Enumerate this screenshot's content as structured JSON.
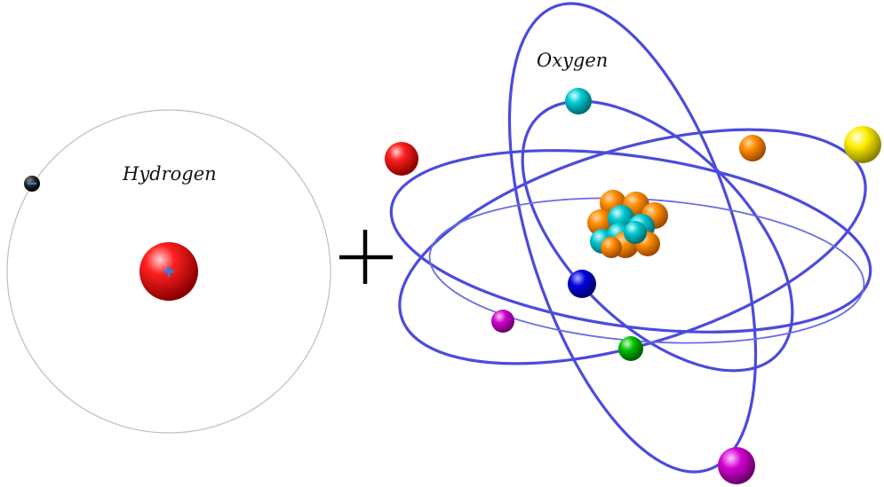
{
  "labels": {
    "hydrogen": "Hydrogen",
    "oxygen": "Oxygen"
  },
  "symbols": {
    "plus": "plus-sign",
    "proton_charge": "plus-charge",
    "electron_charge": "minus-charge"
  },
  "colors": {
    "orbit_hydrogen": "#bdbdbd",
    "orbit_oxygen": "#4b4bdc",
    "proton": "#e00000",
    "neutron": "#ff8c00",
    "nucleon_cyan": "#00c8d2",
    "charge_mark": "#2f7fe0",
    "electron_hydrogen": "#1a1a1a",
    "oxygen_electrons": [
      "#e00000",
      "#00c8d2",
      "#ff8c00",
      "#ffea00",
      "#0000d0",
      "#c800c8",
      "#00b400",
      "#c800c8"
    ]
  },
  "counts": {
    "hydrogen_electrons": 1,
    "oxygen_electrons": 8,
    "oxygen_nucleons": 12
  }
}
